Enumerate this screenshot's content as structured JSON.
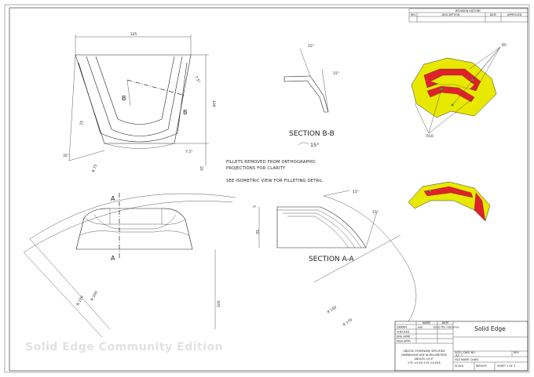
{
  "revision_block": {
    "title": "REVISION HISTORY",
    "columns": [
      "REV",
      "DESCRIPTION",
      "DATE",
      "APPROVED"
    ]
  },
  "views": {
    "top": {
      "dim_width": "125",
      "dim_height": "100",
      "dim_bottom": "20",
      "dim_angle_top": "7.5°",
      "dim_angle_left": "35°",
      "dim_angle_right": "7.5°",
      "dim_small": "25",
      "dim_r": "R 75",
      "cut_label_1": "B",
      "cut_label_2": "B"
    },
    "section_bb": {
      "title": "SECTION B-B",
      "scale": "15°",
      "angle_1": "15°",
      "angle_2": "15°"
    },
    "notes": [
      "FILLETS REMOVED FROM ORTHOGRAPHIC",
      "PROJECTIONS FOR CLARITY",
      "SEE ISOMETRIC VIEW FOR FILLETING DETAIL"
    ],
    "front": {
      "cut_label_1": "A",
      "cut_label_2": "A",
      "dim_height": "100",
      "dim_r1": "R 100",
      "dim_r2": "R 150"
    },
    "section_aa": {
      "title": "SECTION A-A",
      "dim_height": "50",
      "dim_small": "5",
      "angle_1": "15°",
      "angle_2": "15°",
      "dim_r1": "R 150",
      "dim_r2": "R 170"
    },
    "iso": {
      "callout_1": "R5",
      "callout_2": "R10"
    }
  },
  "watermark": "Solid Edge Community Edition",
  "title_block": {
    "header_name": "NAME",
    "header_date": "DATE",
    "rows": [
      {
        "label": "DRAWN",
        "name": "aaa",
        "date": "Enter file reference"
      },
      {
        "label": "CHECKED",
        "name": "",
        "date": ""
      },
      {
        "label": "ENG APPR",
        "name": "",
        "date": ""
      },
      {
        "label": "MGR APPR",
        "name": "",
        "date": ""
      }
    ],
    "tolerance_notes": [
      "UNLESS OTHERWISE SPECIFIED",
      "DIMENSIONS ARE IN MILLIMETERS",
      "ANGLES ±X.X°",
      "2 PL ±X.XX 3 PL ±X.XXX"
    ],
    "company": "Solid Edge",
    "title_line": "",
    "size_label": "SIZE",
    "size_value": "A3",
    "dwg_no_label": "DWG NO",
    "rev_label": "REV",
    "file_name": "FILE NAME: Draft1",
    "scale": "SCALE:",
    "weight": "WEIGHT:",
    "sheet": "SHEET 1 OF 1"
  },
  "colors": {
    "line": "#222222",
    "part_yellow": "#e8e800",
    "fillet_red": "#e0202a",
    "fillet_green": "#34a853"
  }
}
